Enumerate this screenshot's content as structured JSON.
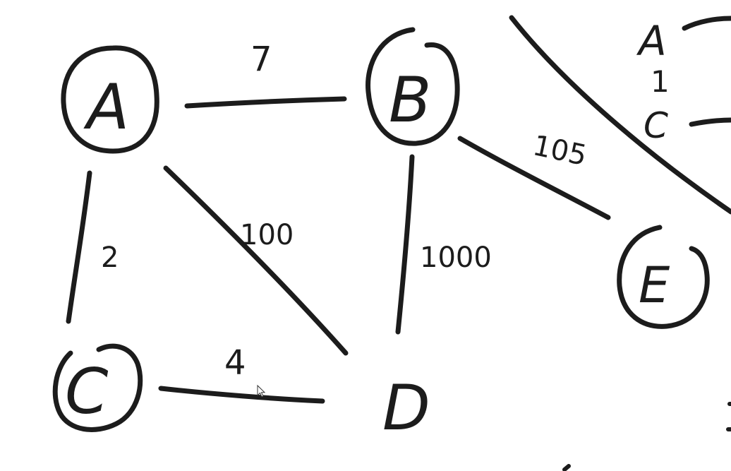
{
  "nodes": {
    "a": "A",
    "b": "B",
    "c": "C",
    "d": "D",
    "e": "E"
  },
  "edges": {
    "a_b": "7",
    "a_c": "2",
    "a_d": "100",
    "c_d": "4",
    "b_d": "1000",
    "b_e": "105"
  },
  "partial_graph": {
    "node_a": "A",
    "node_c": "C",
    "edge_a_c": "1"
  },
  "colors": {
    "ink": "#1c1c1c",
    "background": "#ffffff"
  }
}
